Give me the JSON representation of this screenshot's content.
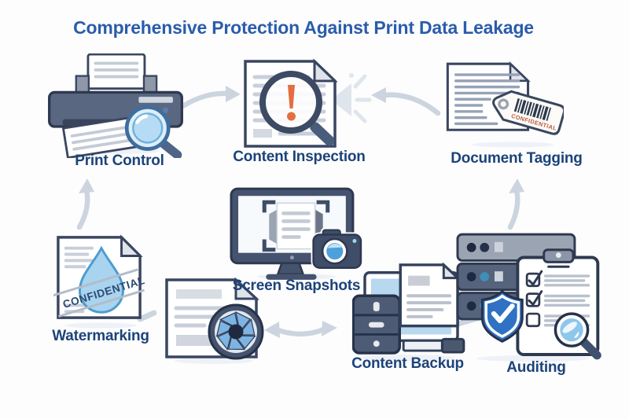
{
  "title": "Comprehensive Protection Against Print Data Leakage",
  "nodes": {
    "print_control": {
      "label": "Print Control"
    },
    "content_inspection": {
      "label": "Content Inspection"
    },
    "document_tagging": {
      "label": "Document Tagging",
      "tag_text": "CONFIDENTIAL"
    },
    "watermarking": {
      "label": "Watermarking",
      "watermark_text": "CONFIDENTIAL"
    },
    "screen_snapshots": {
      "label": "Screen Snapshots"
    },
    "content_backup": {
      "label": "Content Backup"
    },
    "auditing": {
      "label": "Auditing"
    }
  },
  "connections": [
    {
      "from": "print_control",
      "to": "content_inspection",
      "style": "curved-arrow"
    },
    {
      "from": "document_tagging",
      "to": "content_inspection",
      "style": "curved-arrow"
    },
    {
      "from": "watermarking",
      "to": "print_control",
      "style": "curved-arrow"
    },
    {
      "from": "auditing",
      "to": "document_tagging",
      "style": "curved-arrow"
    },
    {
      "from": "document_shutter",
      "to": "content_backup",
      "style": "double-headed-arrow"
    },
    {
      "from": "watermarking",
      "to": "document_shutter",
      "style": "dash"
    },
    {
      "from": "content_backup",
      "to": "auditing",
      "style": "dash"
    }
  ],
  "colors": {
    "title": "#2a5cab",
    "label": "#1c4379",
    "arrow": "#ccd5df",
    "slate": "#56637c",
    "slate_dark": "#2e3950",
    "light_blue": "#aad4f0",
    "mid_blue": "#4a9fd8",
    "shield_blue": "#2f72c4",
    "alert_orange": "#e46e3e",
    "confidential_red": "#c05a3e"
  }
}
